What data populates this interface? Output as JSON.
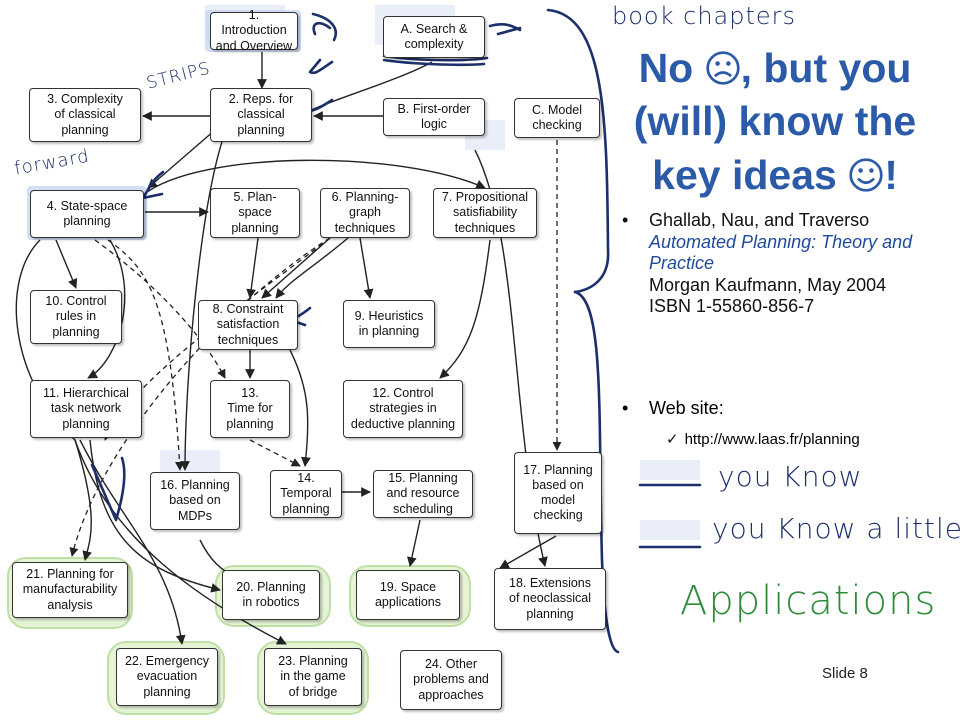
{
  "slide": {
    "title_line1_prefix": "No ",
    "title_line1_suffix": ", but you",
    "title_line2": "(will) know the",
    "title_line3_prefix": "key ideas ",
    "title_line3_suffix": "!",
    "reference": {
      "authors": "Ghallab, Nau, and Traverso",
      "book_title": "Automated Planning: Theory and Practice",
      "publisher": "Morgan Kaufmann, May 2004",
      "isbn": "ISBN 1-55860-856-7"
    },
    "web_label": "Web site:",
    "web_url": "http://www.laas.fr/planning",
    "slide_number": "Slide 8",
    "colors": {
      "title": "#2b5aa8",
      "ink_dark": "#1a2f6b",
      "ink_green": "#2e8b3a",
      "ink_blue": "#2458c8"
    }
  },
  "handwriting": {
    "book_chapters": "book chapters",
    "strips": "STRIPS",
    "forward": "forward",
    "you_know": "you Know",
    "you_know_a_little": "you Know a little",
    "applications": "Applications"
  },
  "nodes": {
    "n1": "1. Introduction\nand Overview",
    "nA": "A. Search &\ncomplexity",
    "n3": "3. Complexity\nof classical\nplanning",
    "n2": "2. Reps. for\nclassical\nplanning",
    "nB": "B. First-order\nlogic",
    "nC": "C. Model\nchecking",
    "n4": "4. State-space\nplanning",
    "n5": "5. Plan-\nspace\nplanning",
    "n6": "6. Planning-\ngraph\ntechniques",
    "n7": "7. Propositional\nsatisfiability\ntechniques",
    "n10": "10. Control\nrules in\nplanning",
    "n8": "8. Constraint\nsatisfaction\ntechniques",
    "n9": "9. Heuristics\nin planning",
    "n11": "11. Hierarchical\ntask network\nplanning",
    "n13": "13.\nTime for\nplanning",
    "n12": "12.  Control\nstrategies in\ndeductive planning",
    "n16": "16. Planning\nbased on\nMDPs",
    "n14": "14.\nTemporal\nplanning",
    "n15": "15. Planning\nand resource\nscheduling",
    "n17": "17. Planning\nbased on\nmodel\nchecking",
    "n21": "21. Planning for\nmanufacturability\nanalysis",
    "n20": "20. Planning\nin robotics",
    "n19": "19. Space\napplications",
    "n18": "18. Extensions\nof neoclassical\nplanning",
    "n22": "22. Emergency\nevacuation\nplanning",
    "n23": "23. Planning\nin the game\nof bridge",
    "n24": "24. Other\nproblems and\napproaches"
  }
}
